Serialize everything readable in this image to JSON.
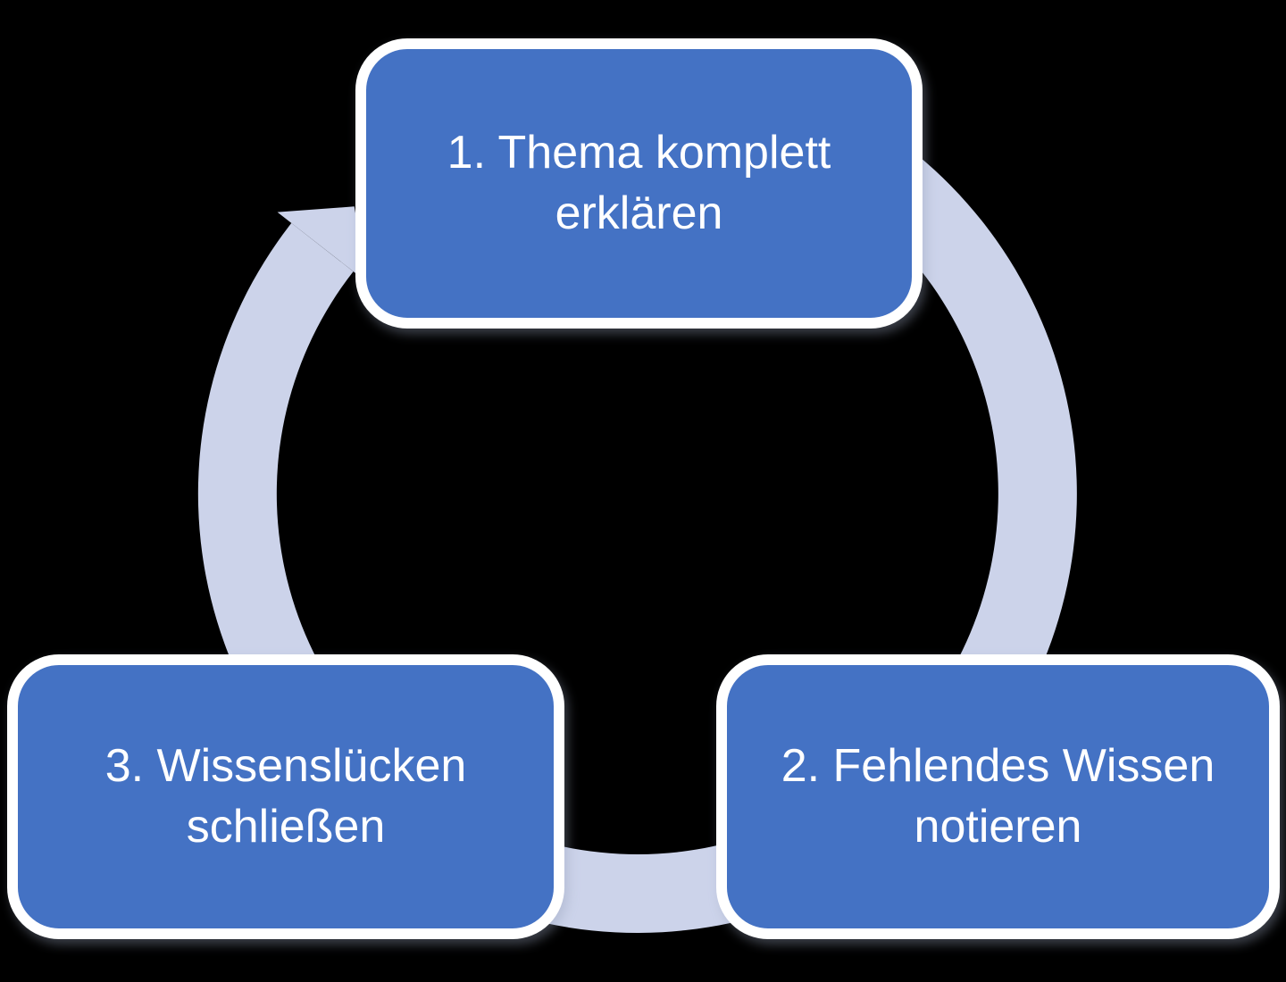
{
  "diagram": {
    "type": "cycle",
    "direction": "clockwise",
    "nodes": [
      {
        "label": "1. Thema komplett erklären"
      },
      {
        "label": "2. Fehlendes Wissen notieren"
      },
      {
        "label": "3. Wissenslücken schließen"
      }
    ],
    "colors": {
      "background": "#000000",
      "node_fill": "#4472c4",
      "node_border": "#ffffff",
      "text": "#ffffff",
      "arrow": "#ccd3ea"
    }
  }
}
